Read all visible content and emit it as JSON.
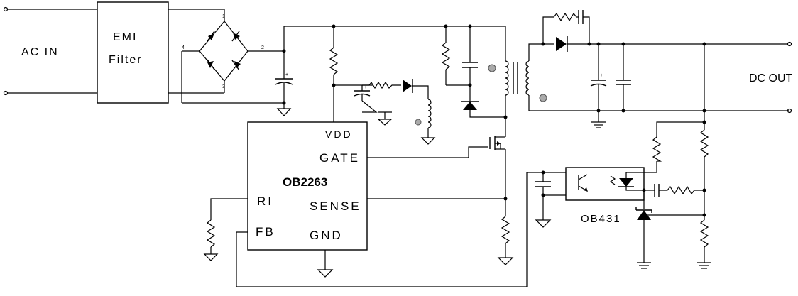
{
  "title": "",
  "labels": {
    "ac_in": "AC IN",
    "emi_line1": "EMI",
    "emi_line2": "Filter",
    "dc_out": "DC OUT",
    "chip_name": "OB2263",
    "pin_vdd": "VDD",
    "pin_gate": "GATE",
    "pin_ri": "RI",
    "pin_sense": "SENSE",
    "pin_fb": "FB",
    "pin_gnd": "GND",
    "ref_ic": "OB431",
    "bridge_pin1": "1",
    "bridge_pin2": "2",
    "bridge_pin3": "3",
    "bridge_pin4": "4",
    "cap_plus": "+"
  }
}
